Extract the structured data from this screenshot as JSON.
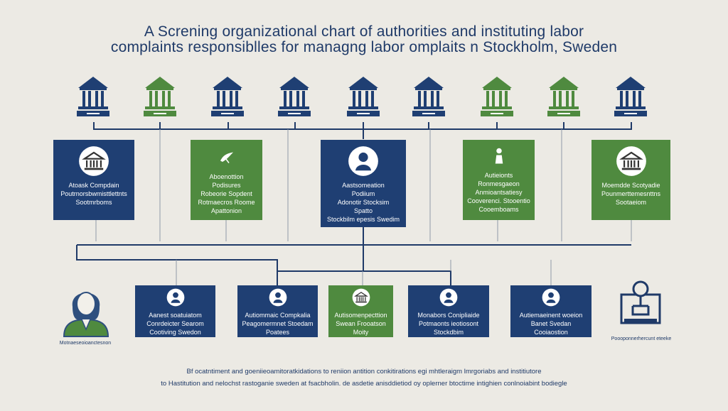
{
  "title": {
    "line1": "A Screning organizational chart of authorities and instituting labor",
    "line2": "complaints responsiblles for managng labor omplaits n Stockholm, Sweden"
  },
  "colors": {
    "navy": "#1f3f73",
    "green": "#4f8a3f",
    "background": "#eceae4"
  },
  "buildings": [
    {
      "color": "navy"
    },
    {
      "color": "green"
    },
    {
      "color": "navy"
    },
    {
      "color": "navy"
    },
    {
      "color": "navy"
    },
    {
      "color": "navy"
    },
    {
      "color": "green"
    },
    {
      "color": "green"
    },
    {
      "color": "navy"
    }
  ],
  "top_boxes": [
    {
      "color": "navy",
      "icon": "building-icon",
      "lines": [
        "Atoask Compdain",
        "Poutrnorsbwmisttlettnts",
        "Sootmrboms"
      ]
    },
    {
      "color": "green",
      "icon": "bird-icon",
      "lines": [
        "Aboenottion",
        "Podisures",
        "Robeorie Sopdent",
        "Rotmaecros Roome",
        "Apattonion"
      ]
    },
    {
      "color": "navy",
      "icon": "person-icon",
      "lines": [
        "Aastsomeation",
        "Podiium",
        "Adonotir Stocksim",
        "Spatto",
        "Stockbilm epesis Swedim"
      ]
    },
    {
      "color": "green",
      "icon": "statue-icon",
      "lines": [
        "Autieionts",
        "Ronmesgaeon",
        "Anmioantsatiesy",
        "Cooverenci. Stooentio",
        "Cooemboams"
      ]
    },
    {
      "color": "green",
      "icon": "building-icon",
      "lines": [
        "Moemdde Scotyadie",
        "Pounmerttemesnttns",
        "Sootaeiom"
      ]
    }
  ],
  "bottom_boxes": [
    {
      "color": "navy",
      "icon": "person-icon",
      "lines": [
        "Aanest soatuiatom",
        "Conrdeicter Searom",
        "Cootiving Swedon"
      ]
    },
    {
      "color": "navy",
      "icon": "person-icon",
      "lines": [
        "Autiommaic Compkalia",
        "Peagomermnet Stoedam",
        "Poatees"
      ]
    },
    {
      "color": "green",
      "icon": "building-icon",
      "lines": [
        "Autisomenpecttion",
        "Swean Frooatson",
        "Moity"
      ]
    },
    {
      "color": "navy",
      "icon": "person-icon",
      "lines": [
        "Monabors Conipliaide",
        "Potmaonts ieotiosont",
        "Stockdbim"
      ]
    },
    {
      "color": "navy",
      "icon": "person-icon",
      "lines": [
        "Autiemaeinent woeion",
        "Banet Svedan",
        "Cooiaostion"
      ]
    }
  ],
  "side_left_caption": "Motnaeseoioanctesnon",
  "side_right_caption": "Poooponnerhercunt eteeke",
  "footer": {
    "line1": "Bf ocatntiment and goeniieoamitoratkidations to reniion antition conkitirations egi mhtleraigm lmrgoriabs and institiutore",
    "line2": "to Hastitution and nelochst rastoganie sweden at fsacbholin. de asdetie anisddietiod oy oplerner btoctime intighien conlnoiabint bodiegle"
  }
}
